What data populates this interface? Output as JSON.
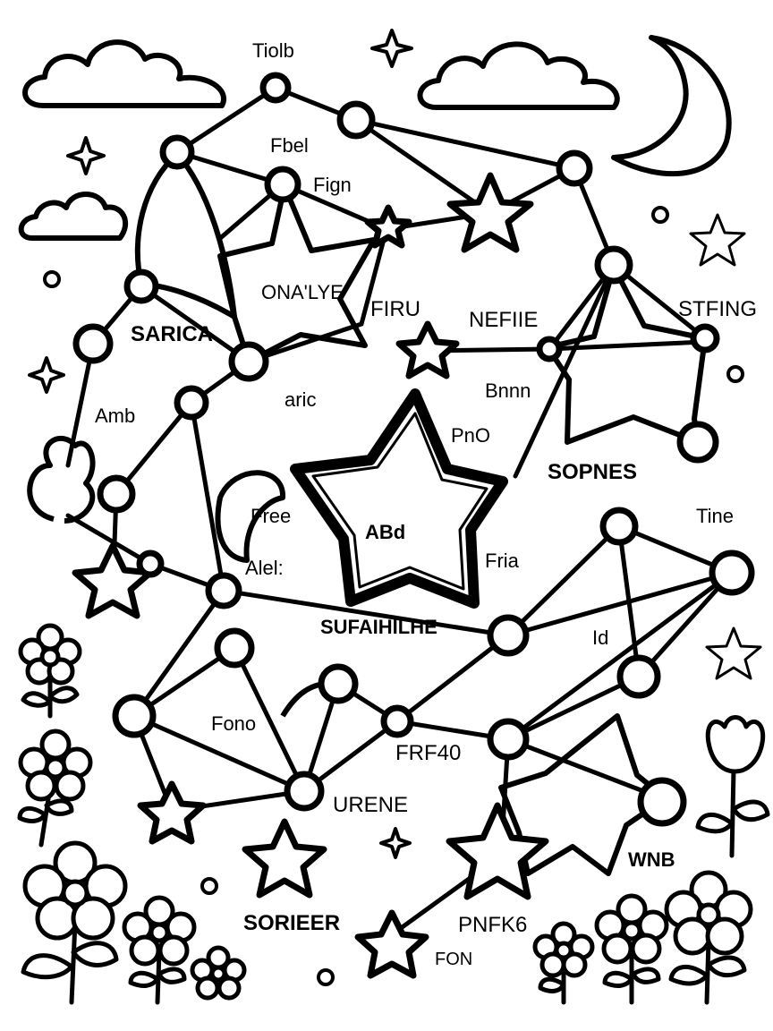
{
  "labels": {
    "tiolb": "Tiolb",
    "fbel": "Fbel",
    "fign": "Fign",
    "onalye": "ONA'LYE",
    "firu": "FIRU",
    "nefiie": "NEFIIE",
    "stfing": "STFING",
    "sarica": "SARICA",
    "aric": "aric",
    "bnnn": "Bnnn",
    "amb": "Amb",
    "pno": "PnO",
    "sopnes": "SOPNES",
    "free": "Free",
    "abd": "ABd",
    "tine": "Tine",
    "fria": "Fria",
    "alel": "Alel:",
    "sufaihilhe": "SUFAIHILHE",
    "id": "Id",
    "fono": "Fono",
    "frf40": "FRF40",
    "urene": "URENE",
    "wnb": "WNB",
    "sorieer": "SORIEER",
    "pnfk6": "PNFK6",
    "fon": "FON"
  },
  "palette": {
    "ink": "#000000",
    "paper": "#ffffff"
  }
}
